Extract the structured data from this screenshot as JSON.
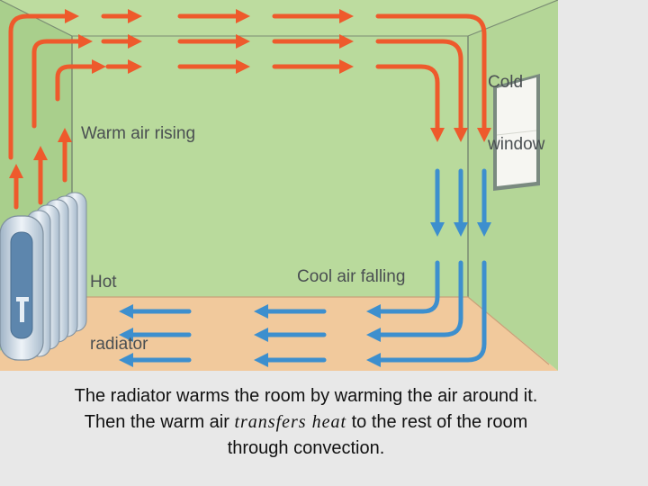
{
  "diagram": {
    "labels": {
      "cold_window_line1": "Cold",
      "cold_window_line2": "window",
      "warm_air": "Warm air rising",
      "hot_radiator_line1": "Hot",
      "hot_radiator_line2": "radiator",
      "cool_air": "Cool air falling"
    },
    "colors": {
      "wall": "#b9da9c",
      "wall_shadow": "#a7cc8a",
      "floor": "#f1c99c",
      "outline": "#7a8c73",
      "warm_arrow": "#ee5a2c",
      "cool_arrow": "#3d8fce",
      "radiator": "#d7e0ea",
      "window": "#f6f6f2"
    }
  },
  "caption": {
    "part1": "The radiator warms the room by warming the  air around it. Then the warm air ",
    "emphasis": "transfers heat",
    "part2": "  to the rest of the room through convection."
  }
}
